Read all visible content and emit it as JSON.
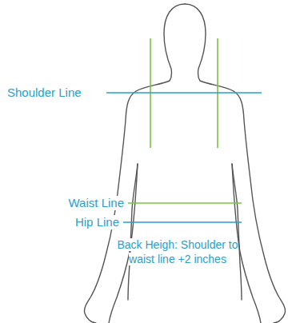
{
  "diagram": {
    "labels": [
      "Shoulder Line",
      "Waist Line",
      "Hip Line",
      "Back Heigh: Shoulder to waist line +2 inches"
    ]
  }
}
